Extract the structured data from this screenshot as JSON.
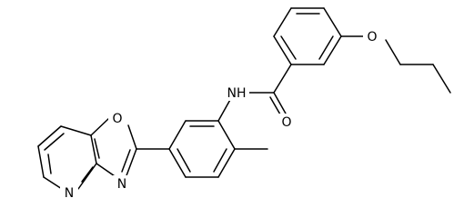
{
  "atoms": {
    "o_ring": "O",
    "n_ring_oxazole": "N",
    "n_ring_pyridine": "N",
    "nh_amide": "NH",
    "o_carbonyl": "O",
    "o_ether": "O"
  }
}
